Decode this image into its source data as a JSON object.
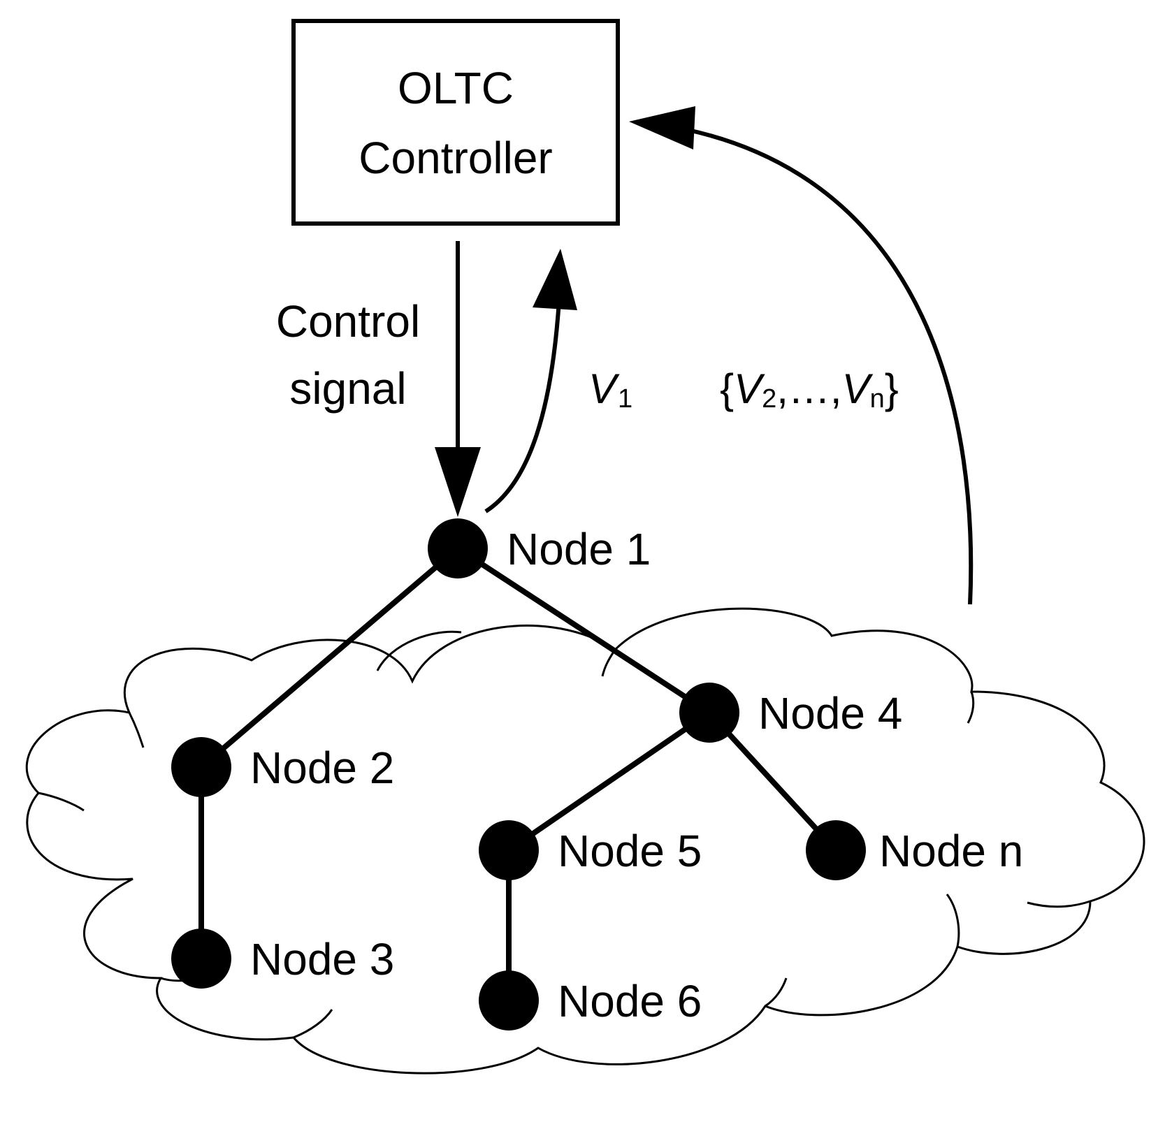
{
  "controller": {
    "line1": "OLTC",
    "line2": "Controller"
  },
  "control_signal": {
    "line1": "Control",
    "line2": "signal"
  },
  "voltage_v1": {
    "symbol": "V",
    "subscript": "1"
  },
  "voltage_set": {
    "open_brace": "{",
    "symbol_a": "V",
    "sub_a": "2",
    "middle": ",…,",
    "symbol_b": "V",
    "sub_b": "n",
    "close_brace": "}"
  },
  "nodes": [
    {
      "id": "node-1",
      "label": "Node 1"
    },
    {
      "id": "node-2",
      "label": "Node 2"
    },
    {
      "id": "node-3",
      "label": "Node 3"
    },
    {
      "id": "node-4",
      "label": "Node 4"
    },
    {
      "id": "node-5",
      "label": "Node 5"
    },
    {
      "id": "node-6",
      "label": "Node 6"
    },
    {
      "id": "node-n",
      "label": "Node n"
    }
  ],
  "colors": {
    "stroke": "#000000",
    "background": "#ffffff"
  }
}
